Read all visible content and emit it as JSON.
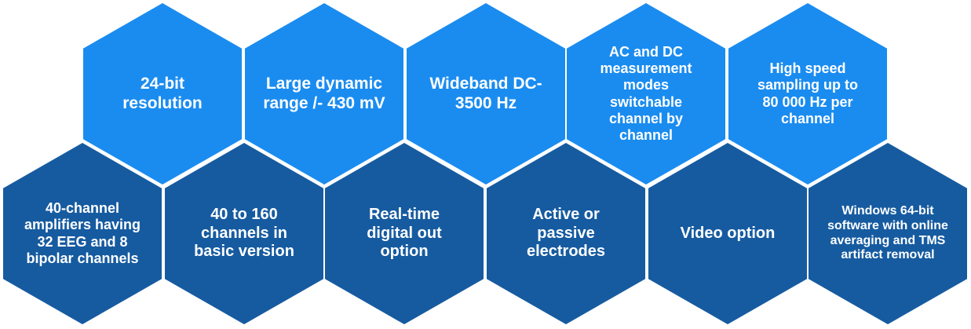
{
  "colors": {
    "top_row": "#1a8cf0",
    "bottom_row": "#165ba0",
    "text": "#ffffff",
    "background": "#ffffff"
  },
  "top_row": [
    {
      "label": "24-bit resolution"
    },
    {
      "label": "Large dynamic range /- 430 mV"
    },
    {
      "label": "Wideband DC-3500 Hz"
    },
    {
      "label": "AC and DC measurement modes switchable channel by channel"
    },
    {
      "label": "High speed sampling up to 80 000 Hz per channel"
    }
  ],
  "bottom_row": [
    {
      "label": "40-channel amplifiers having 32 EEG and 8 bipolar channels"
    },
    {
      "label": "40 to 160 channels in basic version"
    },
    {
      "label": "Real-time digital out option"
    },
    {
      "label": "Active or passive electrodes"
    },
    {
      "label": "Video option"
    },
    {
      "label": "Windows 64-bit software with online averaging and TMS artifact removal"
    }
  ]
}
